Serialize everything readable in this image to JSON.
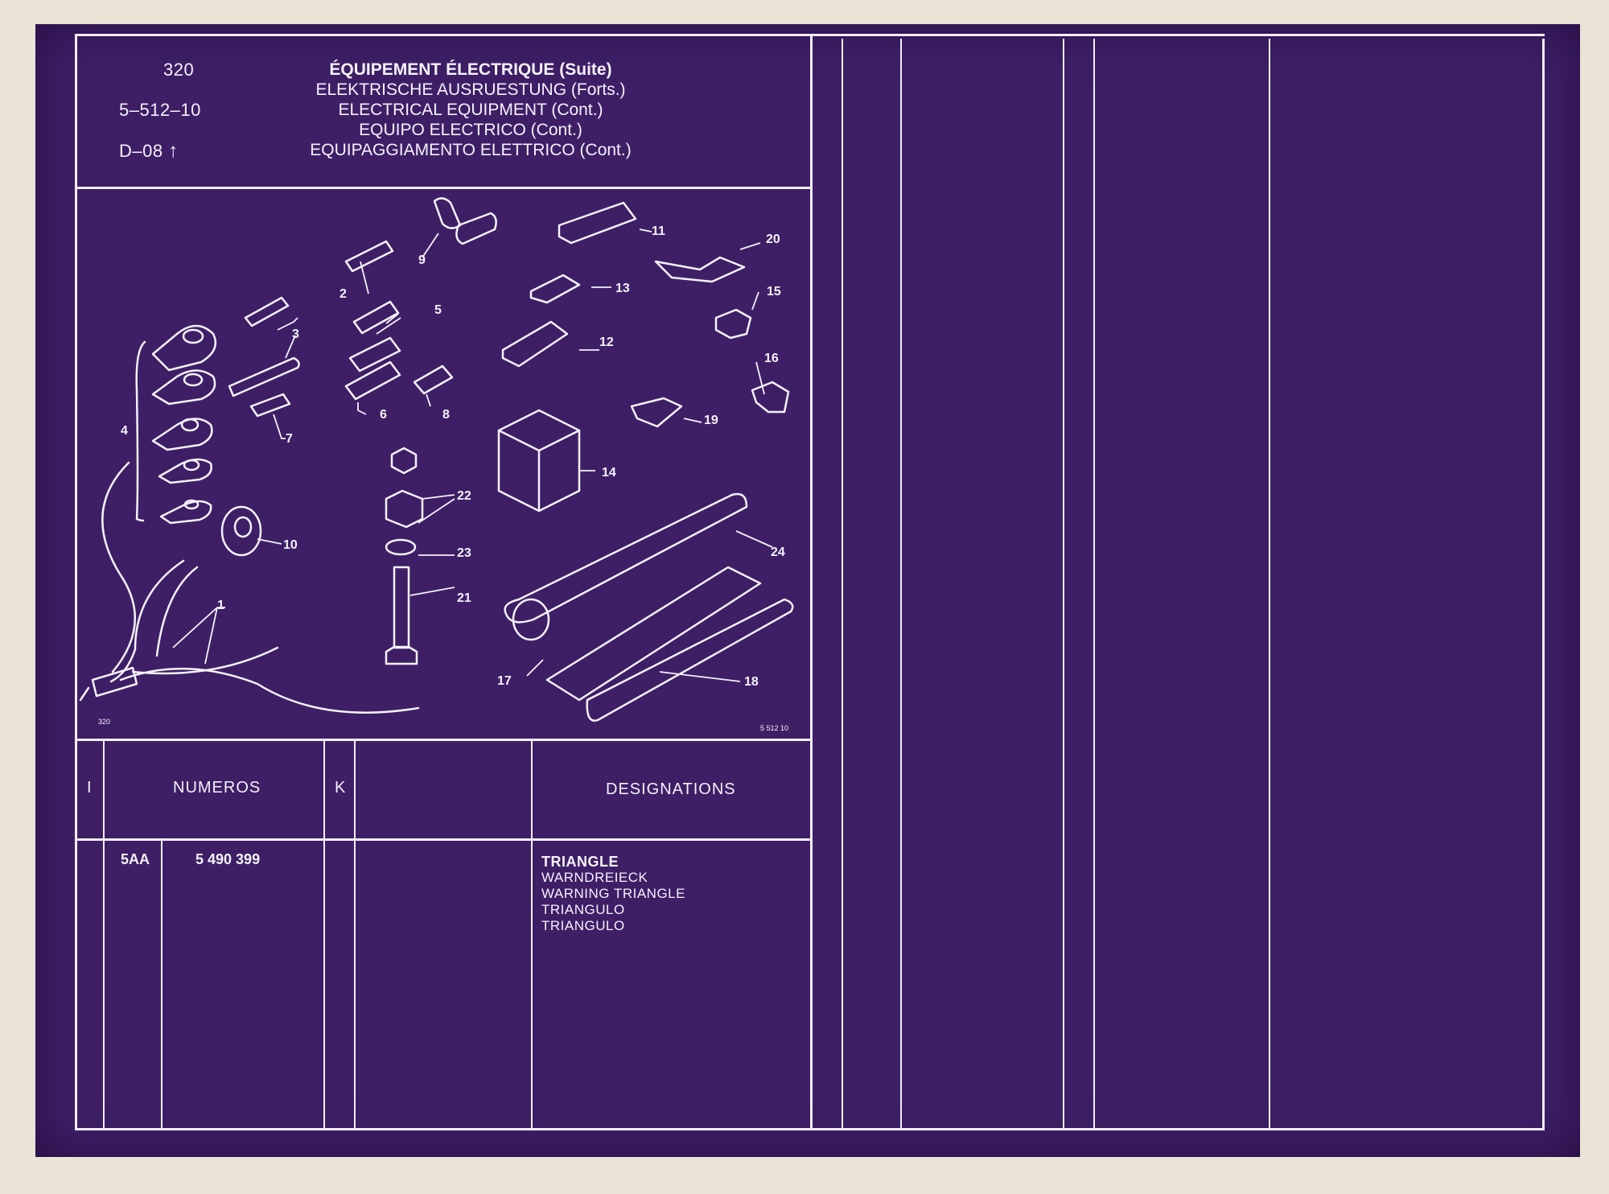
{
  "header": {
    "code": "320",
    "ref": "5–512–10",
    "group": "D–08",
    "titles": [
      "ÉQUIPEMENT ÉLECTRIQUE (Suite)",
      "ELEKTRISCHE AUSRUESTUNG (Forts.)",
      "ELECTRICAL EQUIPMENT (Cont.)",
      "EQUIPO ELECTRICO (Cont.)",
      "EQUIPAGGIAMENTO ELETTRICO (Cont.)"
    ]
  },
  "diagram": {
    "corner_left": "320",
    "corner_right": "5 512 10",
    "callouts": [
      "1",
      "2",
      "3",
      "4",
      "5",
      "6",
      "7",
      "8",
      "9",
      "10",
      "11",
      "12",
      "13",
      "14",
      "15",
      "16",
      "17",
      "18",
      "19",
      "20",
      "21",
      "22",
      "23",
      "24"
    ]
  },
  "table": {
    "headers": {
      "i": "I",
      "numeros": "NUMEROS",
      "k": "K",
      "designations": "DESIGNATIONS"
    },
    "rows": [
      {
        "item": "5AA",
        "number": "5 490 399",
        "designations": [
          "TRIANGLE",
          "WARNDREIECK",
          "WARNING TRIANGLE",
          "TRIANGULO",
          "TRIANGULO"
        ]
      }
    ]
  },
  "colors": {
    "sheet": "#3e1f66",
    "lines": "#f2eefa",
    "background": "#e9e4d6"
  }
}
